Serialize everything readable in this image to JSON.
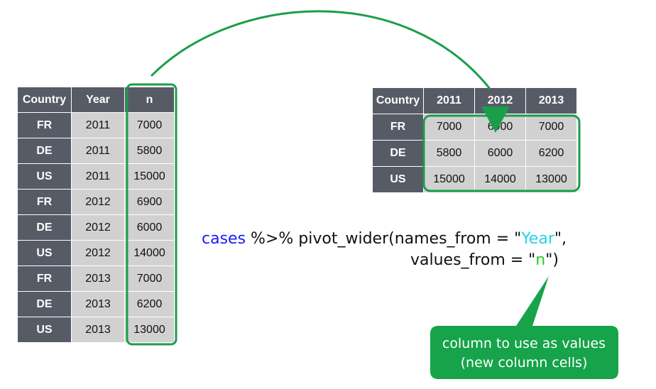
{
  "long_table": {
    "headers": [
      "Country",
      "Year",
      "n"
    ],
    "rows": [
      [
        "FR",
        "2011",
        "7000"
      ],
      [
        "DE",
        "2011",
        "5800"
      ],
      [
        "US",
        "2011",
        "15000"
      ],
      [
        "FR",
        "2012",
        "6900"
      ],
      [
        "DE",
        "2012",
        "6000"
      ],
      [
        "US",
        "2012",
        "14000"
      ],
      [
        "FR",
        "2013",
        "7000"
      ],
      [
        "DE",
        "2013",
        "6200"
      ],
      [
        "US",
        "2013",
        "13000"
      ]
    ]
  },
  "wide_table": {
    "headers": [
      "Country",
      "2011",
      "2012",
      "2013"
    ],
    "rows": [
      [
        "FR",
        "7000",
        "6900",
        "7000"
      ],
      [
        "DE",
        "5800",
        "6000",
        "6200"
      ],
      [
        "US",
        "15000",
        "14000",
        "13000"
      ]
    ]
  },
  "code": {
    "object": "cases",
    "pipe_call": " %>% pivot_wider(names_from = \"",
    "names_value": "Year",
    "line1_end": "\",",
    "line2_start": "values_from = \"",
    "values_value": "n",
    "line2_end": "\")"
  },
  "callout": {
    "line1": "column to use as values",
    "line2": "(new column cells)"
  },
  "colors": {
    "highlight_green": "#1a9e4a",
    "header_dark": "#575b66",
    "cell_gray": "#d1d1d1",
    "callout_fill": "#16a34a"
  }
}
